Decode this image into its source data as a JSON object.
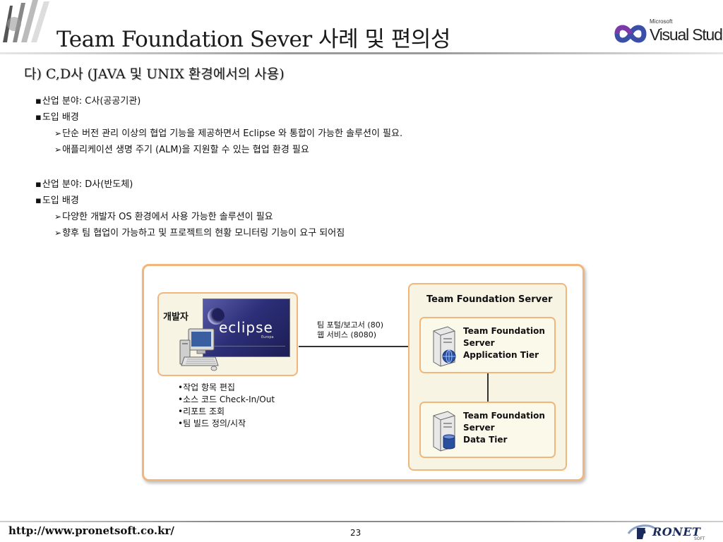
{
  "header": {
    "title": "Team Foundation Sever 사례 및 편의성",
    "vs_logo_small": "Microsoft",
    "vs_logo_text": "Visual Studio"
  },
  "subtitle": "다) C,D사 (JAVA 및 UNIX 환경에서의 사용)",
  "case_c": {
    "industry": "산업 분야: C사(공공기관)",
    "background_label": "도입 배경",
    "points": [
      "단순 버전 관리 이상의 협업 기능을 제공하면서 Eclipse 와 통합이 가능한 솔루션이 필요.",
      "애플리케이션 생명 주기 (ALM)을 지원할 수 있는 협업 환경 필요"
    ]
  },
  "case_d": {
    "industry": "산업 분야: D사(반도체)",
    "background_label": "도입 배경",
    "points": [
      "다양한 개발자 OS 환경에서 사용 가능한 솔루션이 필요",
      "향후 팀 협업이 가능하고 및 프로젝트의 현황 모니터링 기능이 요구 되어짐"
    ]
  },
  "diagram": {
    "developer_label": "개발자",
    "eclipse_word": "eclipse",
    "eclipse_sub": "Europa",
    "dev_tasks": [
      "작업 항목 편집",
      "소스 코드 Check-In/Out",
      "리포트 조회",
      "팀 빌드 정의/시작"
    ],
    "connection_lines": [
      "팀 포털/보고서 (80)",
      "웹 서비스 (8080)"
    ],
    "tfs_title": "Team Foundation Server",
    "app_tier": [
      "Team Foundation",
      "Server",
      "Application Tier"
    ],
    "data_tier": [
      "Team Foundation",
      "Server",
      "Data Tier"
    ]
  },
  "footer": {
    "url": "http://www.pronetsoft.co.kr/",
    "page_number": "23",
    "logo_text": "RONET",
    "logo_sub": "SOFT"
  },
  "colors": {
    "box_border": "#f0b67c",
    "box_fill": "#f7f4e3",
    "eclipse_bg": "#2d2f78",
    "pronet_blue": "#1a2a5a"
  }
}
